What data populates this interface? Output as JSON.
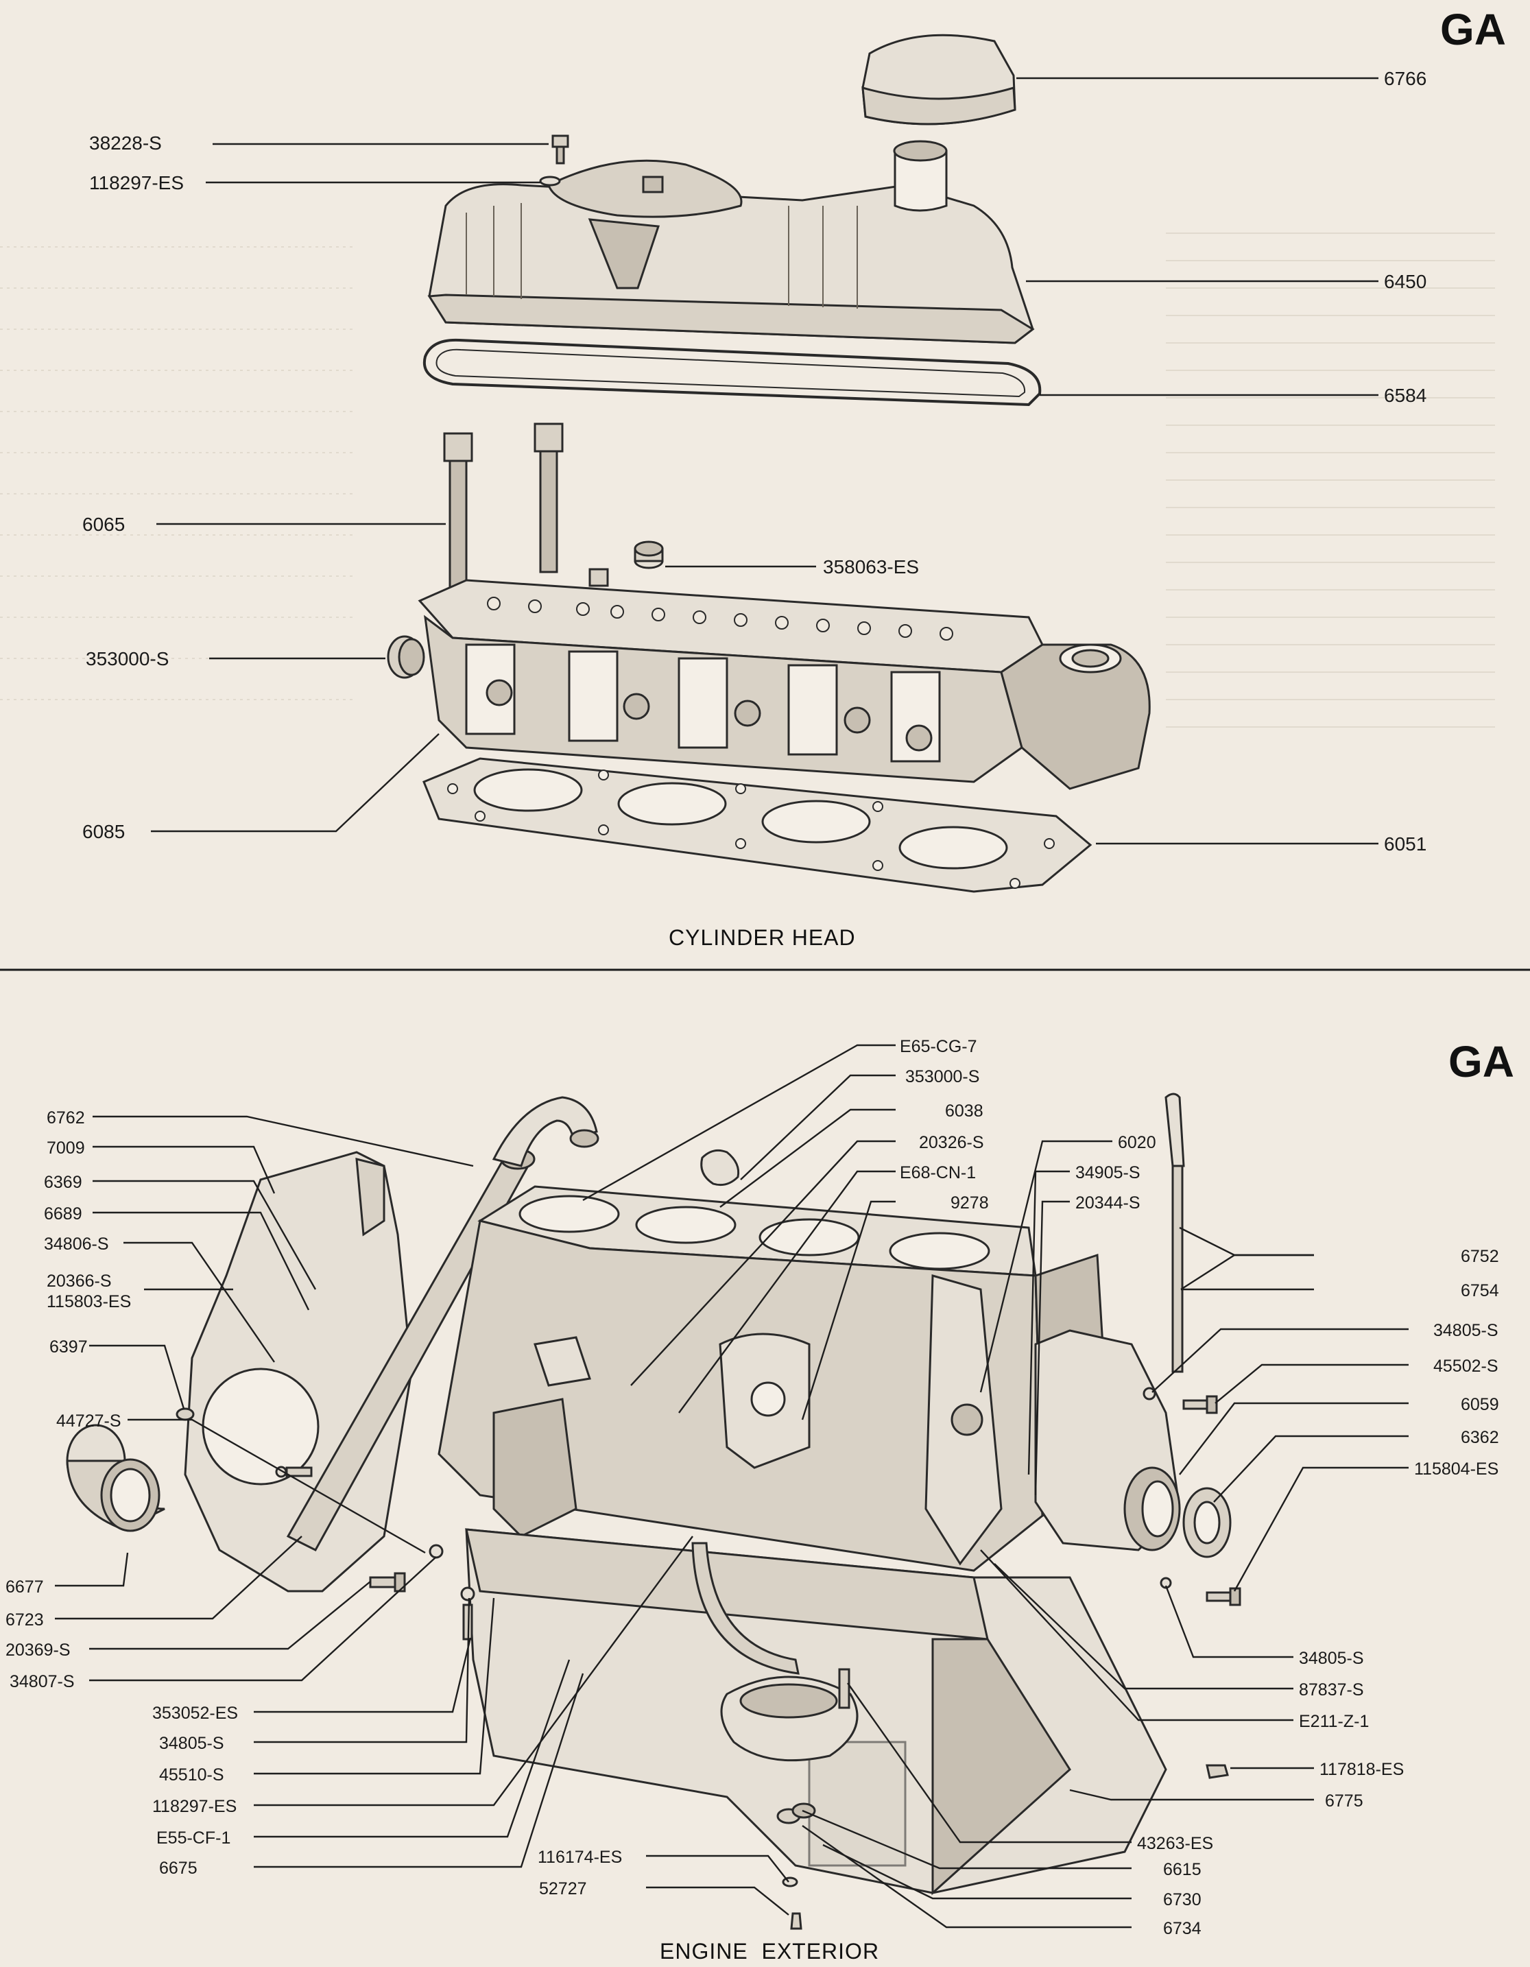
{
  "cylinder_head": {
    "section_code": "GA",
    "title": "CYLINDER HEAD",
    "labels": [
      "6766",
      "38228-S",
      "118297-ES",
      "6450",
      "6584",
      "6065",
      "358063-ES",
      "353000-S",
      "6085",
      "6051"
    ]
  },
  "engine_exterior": {
    "section_code": "GA",
    "title": "ENGINE  EXTERIOR",
    "labels": [
      "E65-CG-7",
      "353000-S",
      "6038",
      "20326-S",
      "E68-CN-1",
      "9278",
      "6020",
      "34905-S",
      "20344-S",
      "6762",
      "7009",
      "6369",
      "6689",
      "34806-S",
      "20366-S",
      "115803-ES",
      "6397",
      "44727-S",
      "6677",
      "6723",
      "20369-S",
      "34807-S",
      "353052-ES",
      "34805-S",
      "45510-S",
      "118297-ES",
      "E55-CF-1",
      "6675",
      "116174-ES",
      "52727",
      "6752",
      "6754",
      "34805-S",
      "45502-S",
      "6059",
      "6362",
      "115804-ES",
      "34805-S",
      "87837-S",
      "E211-Z-1",
      "117818-ES",
      "6775",
      "43263-ES",
      "6615",
      "6730",
      "6734"
    ]
  }
}
